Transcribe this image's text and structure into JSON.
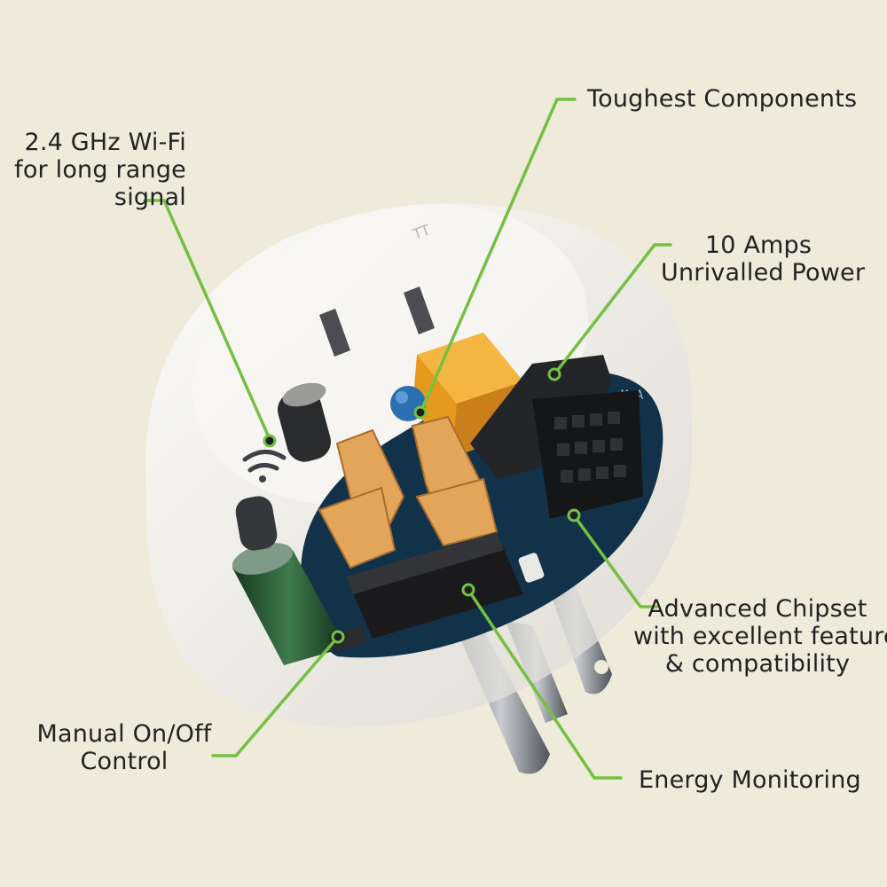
{
  "colors": {
    "background": "#efebda",
    "leader_line": "#74c043",
    "text": "#222222",
    "housing": "#f2f1ee",
    "pcb": "#12324a",
    "prongs": "#7d8287",
    "capacitor_green": "#1f4a2a",
    "relay_orange": "#e59a1e",
    "terminal_copper": "#e3a55a",
    "chip_black": "#1a1a1c"
  },
  "callouts": {
    "wifi": {
      "lines": [
        "2.4 GHz Wi-Fi",
        "for long range",
        "signal"
      ]
    },
    "components": {
      "lines": [
        "Toughest Components"
      ]
    },
    "power": {
      "lines": [
        "10 Amps",
        "Unrivalled Power"
      ]
    },
    "chipset": {
      "lines": [
        "Advanced Chipset",
        "with excellent features",
        "& compatibility"
      ]
    },
    "manual": {
      "lines": [
        "Manual On/Off",
        "Control"
      ]
    },
    "energy": {
      "lines": [
        "Energy Monitoring"
      ]
    }
  }
}
